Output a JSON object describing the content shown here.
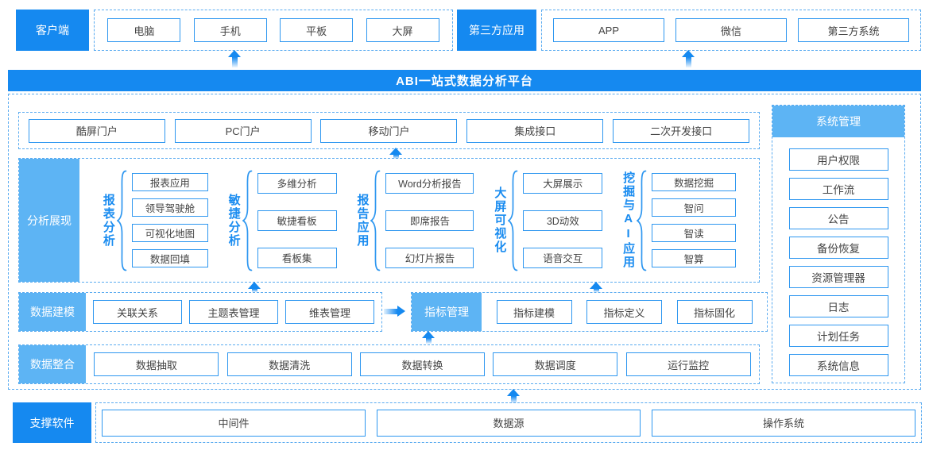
{
  "palette": {
    "solid_blue": "#1589f0",
    "light_blue": "#5db4f4",
    "box_border_blue": "#2e97f0",
    "dashed_border_blue": "#5aabf0",
    "box_text": "#444444",
    "group_label_blue": "#1a8cf0"
  },
  "top": {
    "client": {
      "label": "客户端",
      "items": [
        "电脑",
        "手机",
        "平板",
        "大屏"
      ]
    },
    "third_party": {
      "label": "第三方应用",
      "items": [
        "APP",
        "微信",
        "第三方系统"
      ]
    }
  },
  "banner": {
    "title": "ABI一站式数据分析平台"
  },
  "portals": {
    "items": [
      "酷屏门户",
      "PC门户",
      "移动门户",
      "集成接口",
      "二次开发接口"
    ]
  },
  "analysis": {
    "label": "分析展现",
    "groups": [
      {
        "name": "报表分析",
        "items": [
          "报表应用",
          "领导驾驶舱",
          "可视化地图",
          "数据回填"
        ]
      },
      {
        "name": "敏捷分析",
        "items": [
          "多维分析",
          "敏捷看板",
          "看板集"
        ]
      },
      {
        "name": "报告应用",
        "items": [
          "Word分析报告",
          "即席报告",
          "幻灯片报告"
        ]
      },
      {
        "name": "大屏可视化",
        "items": [
          "大屏展示",
          "3D动效",
          "语音交互"
        ]
      },
      {
        "name": "挖掘与AI应用",
        "items": [
          "数据挖掘",
          "智问",
          "智读",
          "智算"
        ]
      }
    ]
  },
  "modeling": {
    "label": "数据建模",
    "items": [
      "关联关系",
      "主题表管理",
      "维表管理"
    ],
    "metrics": {
      "label": "指标管理",
      "items": [
        "指标建模",
        "指标定义",
        "指标固化"
      ]
    }
  },
  "integration": {
    "label": "数据整合",
    "items": [
      "数据抽取",
      "数据清洗",
      "数据转换",
      "数据调度",
      "运行监控"
    ]
  },
  "system": {
    "label": "系统管理",
    "items": [
      "用户权限",
      "工作流",
      "公告",
      "备份恢复",
      "资源管理器",
      "日志",
      "计划任务",
      "系统信息"
    ]
  },
  "support": {
    "label": "支撑软件",
    "items": [
      "中间件",
      "数据源",
      "操作系统"
    ]
  }
}
